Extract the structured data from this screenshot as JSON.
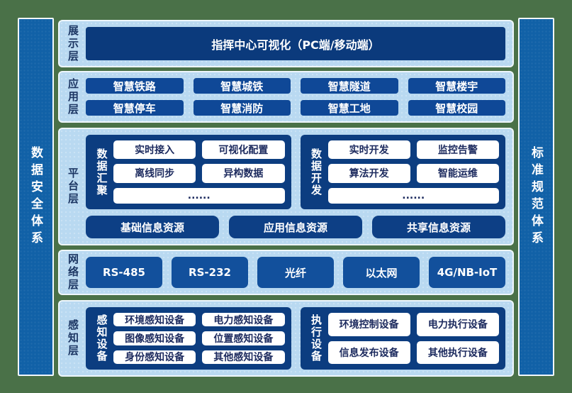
{
  "colors": {
    "background": "#4a7148",
    "pillar": "#1161a7",
    "panel": "#b9d9f1",
    "display_box": "#0b3a7c",
    "app_button": "#0f4897",
    "group_box": "#0c3d80",
    "resource_button": "#0d3f85",
    "network_button": "#12509c"
  },
  "sidebar_left": {
    "label": "数据安全体系"
  },
  "sidebar_right": {
    "label": "标准规范体系"
  },
  "display_layer": {
    "label": "展示层",
    "box": "指挥中心可视化（PC端/移动端）"
  },
  "app_layer": {
    "label": "应用层",
    "buttons": [
      "智慧铁路",
      "智慧城铁",
      "智慧隧道",
      "智慧楼宇",
      "智慧停车",
      "智慧消防",
      "智慧工地",
      "智慧校园"
    ]
  },
  "platform_layer": {
    "label": "平台层",
    "aggregation": {
      "title": "数据汇聚",
      "items": [
        "实时接入",
        "可视化配置",
        "离线同步",
        "异构数据"
      ],
      "more": "......"
    },
    "development": {
      "title": "数据开发",
      "items": [
        "实时开发",
        "监控告警",
        "算法开发",
        "智能运维"
      ],
      "more": "......"
    },
    "resources": [
      "基础信息资源",
      "应用信息资源",
      "共享信息资源"
    ]
  },
  "network_layer": {
    "label": "网络层",
    "buttons": [
      "RS-485",
      "RS-232",
      "光纤",
      "以太网",
      "4G/NB-IoT"
    ]
  },
  "perception_layer": {
    "label": "感知层",
    "sensing": {
      "title": "感知设备",
      "items": [
        "环境感知设备",
        "电力感知设备",
        "图像感知设备",
        "位置感知设备",
        "身份感知设备",
        "其他感知设备"
      ]
    },
    "execution": {
      "title": "执行设备",
      "items": [
        "环境控制设备",
        "电力执行设备",
        "信息发布设备",
        "其他执行设备"
      ]
    }
  }
}
